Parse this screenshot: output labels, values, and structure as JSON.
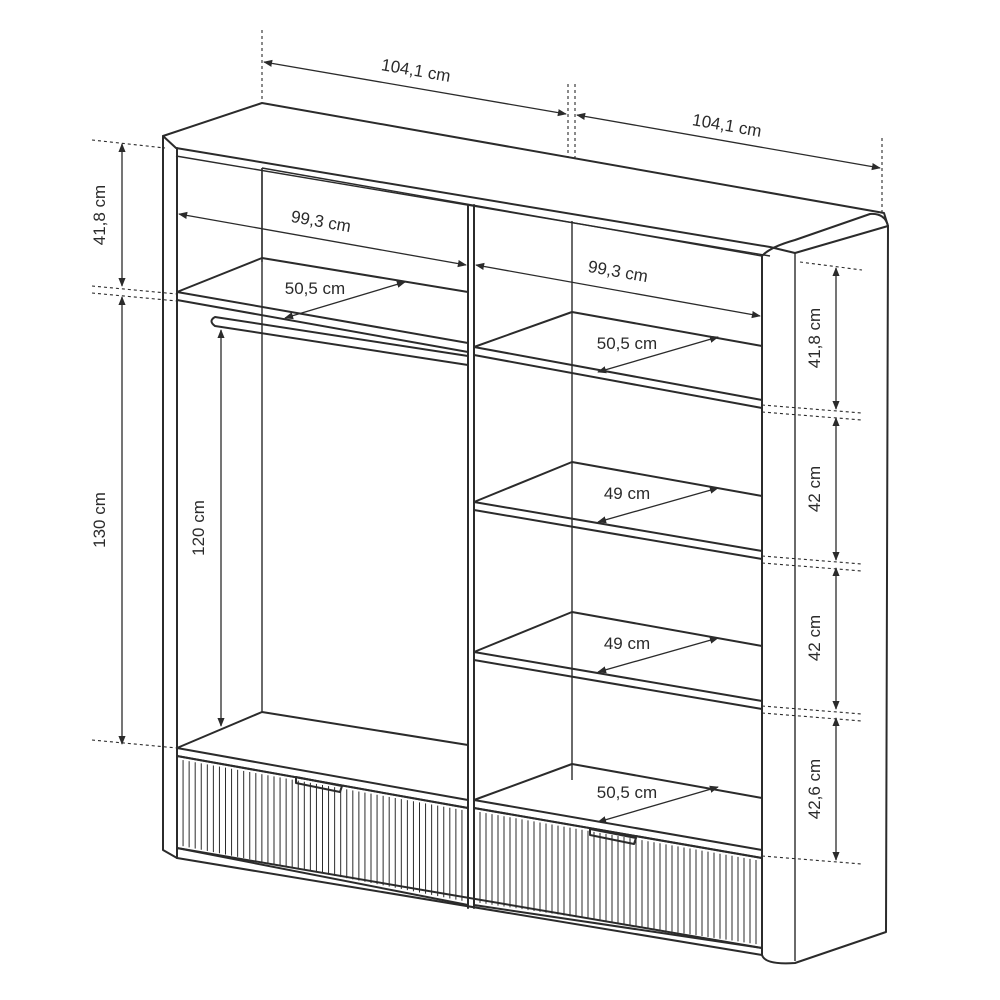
{
  "diagram": {
    "labels": {
      "top_width_left": "104,1 cm",
      "top_width_right": "104,1 cm",
      "inner_width_left": "99,3 cm",
      "inner_width_right": "99,3 cm",
      "depth_left_top_shelf": "50,5 cm",
      "depth_right_shelf_1": "50,5 cm",
      "depth_right_shelf_2": "49 cm",
      "depth_right_shelf_3": "49 cm",
      "depth_right_bottom": "50,5 cm",
      "height_left_top": "41,8 cm",
      "height_left_main": "130 cm",
      "height_hanging": "120 cm",
      "height_right_1": "41,8 cm",
      "height_right_2": "42 cm",
      "height_right_3": "42 cm",
      "height_right_4": "42,6 cm"
    }
  }
}
